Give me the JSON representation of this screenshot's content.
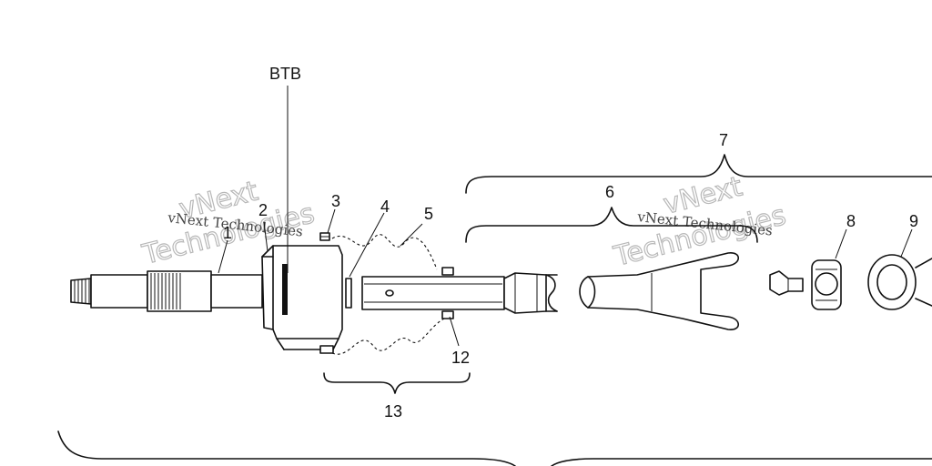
{
  "callouts": {
    "btb": "BTB",
    "c1": "1",
    "c2": "2",
    "c3": "3",
    "c4": "4",
    "c5": "5",
    "c6": "6",
    "c7": "7",
    "c8": "8",
    "c9": "9",
    "c12": "12",
    "c13": "13"
  },
  "watermarks": {
    "line1": "vNext Technologies",
    "line2": "Technologies",
    "line3": "vNext"
  },
  "colors": {
    "ink": "#111111",
    "watermark": "#b8b8b8",
    "background": "#ffffff"
  }
}
